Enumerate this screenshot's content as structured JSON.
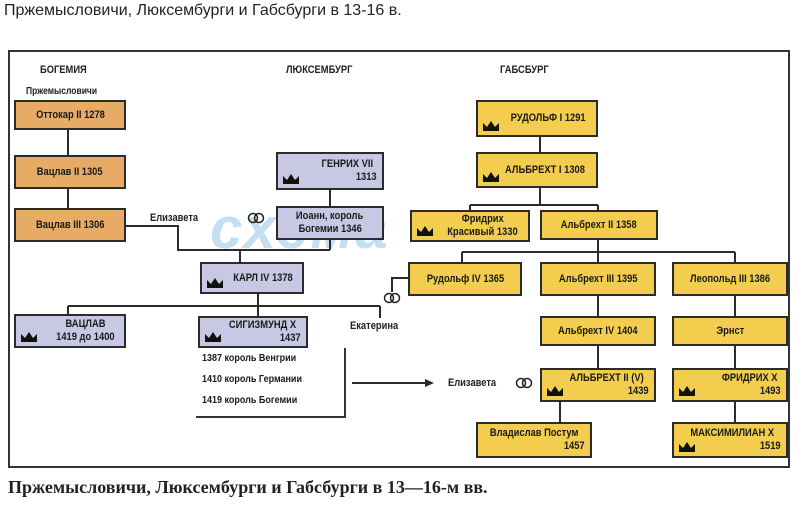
{
  "page": {
    "title": "Пржемысловичи, Люксембурги и Габсбурги в 13-16 в.",
    "caption": "Пржемысловичи, Люксембурги и Габсбурги в 13—16-м вв."
  },
  "headers": {
    "bohemia": "БОГЕМИЯ",
    "luxembourg": "ЛЮКСЕМБУРГ",
    "habsburg": "ГАБСБУРГ",
    "przemyslids": "Пржемысловичи"
  },
  "watermark": "схема",
  "nodes": {
    "ottokar": "Оттокар II 1278",
    "vaclav2": "Вацлав II 1305",
    "vaclav3": "Вацлав III 1306",
    "heinrich_l1": "ГЕНРИХ VII",
    "heinrich_l2": "1313",
    "johann_l1": "Иоанн, король",
    "johann_l2": "Богемии 1346",
    "karl4": "КАРЛ IV 1378",
    "vaclav_l1": "ВАЦЛАВ",
    "vaclav_l2": "1419 до 1400",
    "sigismund_l1": "СИГИЗМУНД Х",
    "sigismund_l2": "1437",
    "rudolf1": "РУДОЛЬФ I 1291",
    "albrecht1": "АЛЬБРЕХТ I 1308",
    "friedrich_l1": "Фридрих",
    "friedrich_l2": "Красивый 1330",
    "albrecht2": "Альбрехт II 1358",
    "rudolf4": "Рудольф IV 1365",
    "albrecht3": "Альбрехт III 1395",
    "leopold3": "Леопольд III 1386",
    "albrecht4": "Альбрехт IV 1404",
    "ernst": "Эрнст",
    "albrecht5_l1": "АЛЬБРЕХТ II (V)",
    "albrecht5_l2": "1439",
    "friedrich10_l1": "ФРИДРИХ Х",
    "friedrich10_l2": "1493",
    "vladislav_l1": "Владислав Постум",
    "vladislav_l2": "1457",
    "maximilian_l1": "МАКСИМИЛИАН Х",
    "maximilian_l2": "1519"
  },
  "labels": {
    "elizaveta1": "Елизавета",
    "ekaterina": "Екатерина",
    "elizaveta2": "Елизавета"
  },
  "notes": {
    "hungary": "1387 король Венгрии",
    "germany": "1410 король Германии",
    "bohemia": "1419 король Богемии"
  },
  "colors": {
    "bohemia_box": "#e8ab66",
    "habsburg_box": "#f3cd4e",
    "luxembourg_box": "#c8c8e4",
    "line": "#2b2b2b"
  }
}
